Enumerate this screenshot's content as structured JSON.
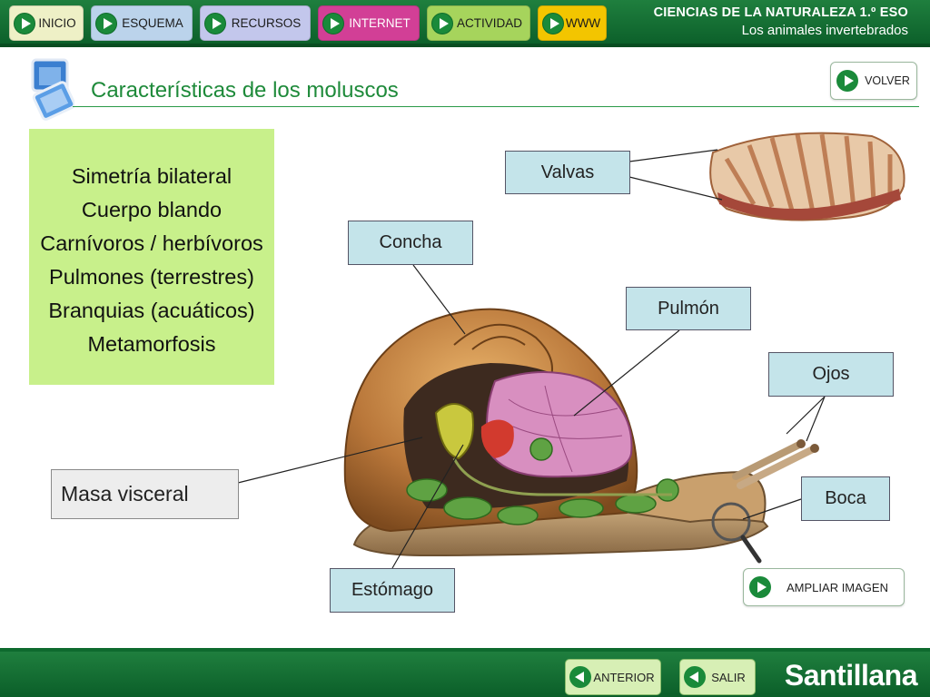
{
  "nav": [
    {
      "label": "INICIO"
    },
    {
      "label": "ESQUEMA"
    },
    {
      "label": "RECURSOS"
    },
    {
      "label": "INTERNET"
    },
    {
      "label": "ACTIVIDAD"
    },
    {
      "label": "WWW"
    }
  ],
  "course": {
    "subject": "CIENCIAS DE LA NATURALEZA 1.º ESO",
    "unit": "Los animales invertebrados"
  },
  "page": {
    "title": "Características de los moluscos",
    "back_label": "VOLVER",
    "zoom_label": "AMPLIAR IMAGEN"
  },
  "features": [
    "Simetría bilateral",
    "Cuerpo blando",
    "Carnívoros / herbívoros",
    "Pulmones (terrestres)",
    "Branquias (acuáticos)",
    "Metamorfosis"
  ],
  "labels": {
    "valvas": "Valvas",
    "concha": "Concha",
    "pulmon": "Pulmón",
    "ojos": "Ojos",
    "boca": "Boca",
    "masa_visceral": "Masa visceral",
    "estomago": "Estómago"
  },
  "footer": {
    "prev_label": "ANTERIOR",
    "exit_label": "SALIR",
    "brand": "Santillana"
  },
  "colors": {
    "bar_green": "#1f7f3e",
    "title_green": "#1e8a3a",
    "features_bg": "#c8f08b",
    "label_bg": "#c4e4ea"
  }
}
